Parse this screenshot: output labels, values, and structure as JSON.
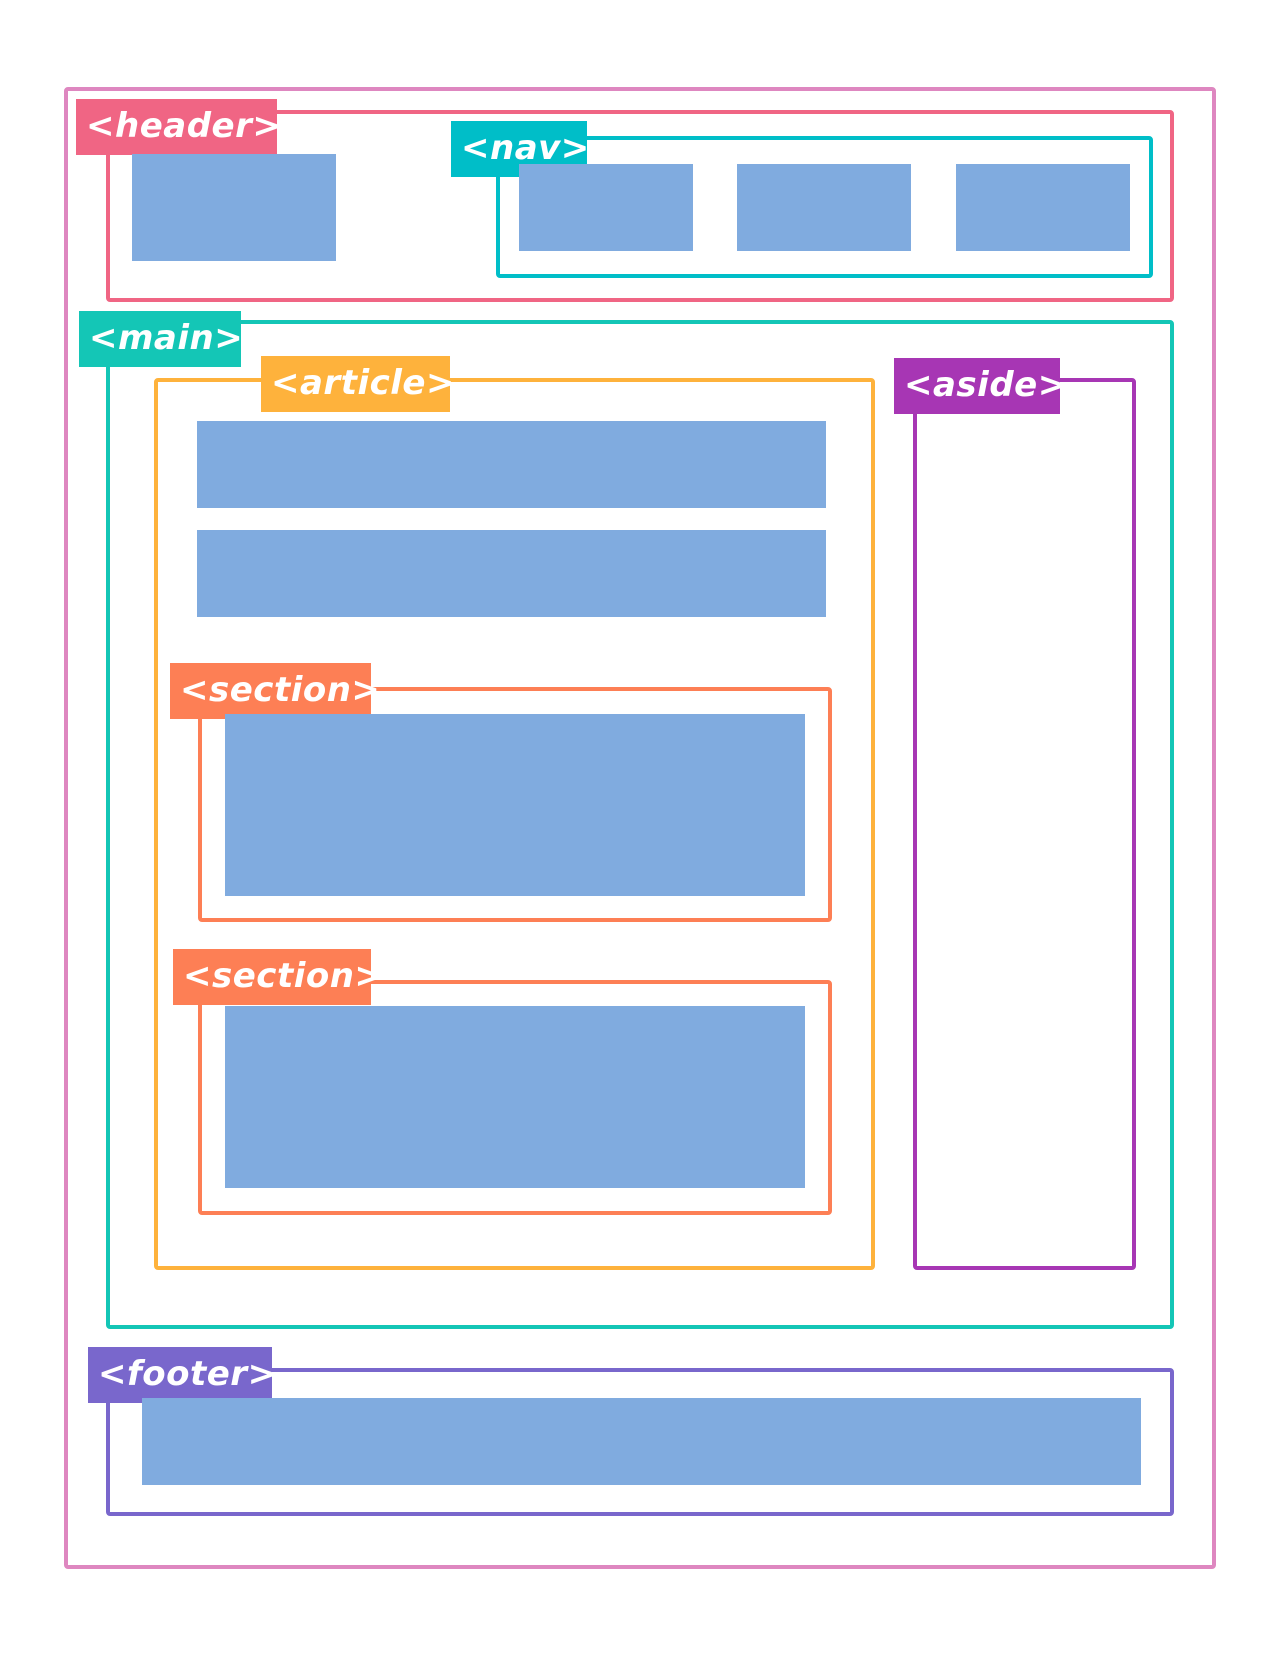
{
  "colors": {
    "page_border": "#de87c0",
    "header": "#f06584",
    "nav": "#00bec8",
    "main": "#14c6b6",
    "article": "#feb23c",
    "section": "#fd7f55",
    "aside": "#a736b4",
    "footer": "#7967cc",
    "content_block": "#80abdf"
  },
  "labels": {
    "header": "<header>",
    "nav": "<nav>",
    "main": "<main>",
    "article": "<article>",
    "section_1": "<section>",
    "section_2": "<section>",
    "aside": "<aside>",
    "footer": "<footer>"
  }
}
